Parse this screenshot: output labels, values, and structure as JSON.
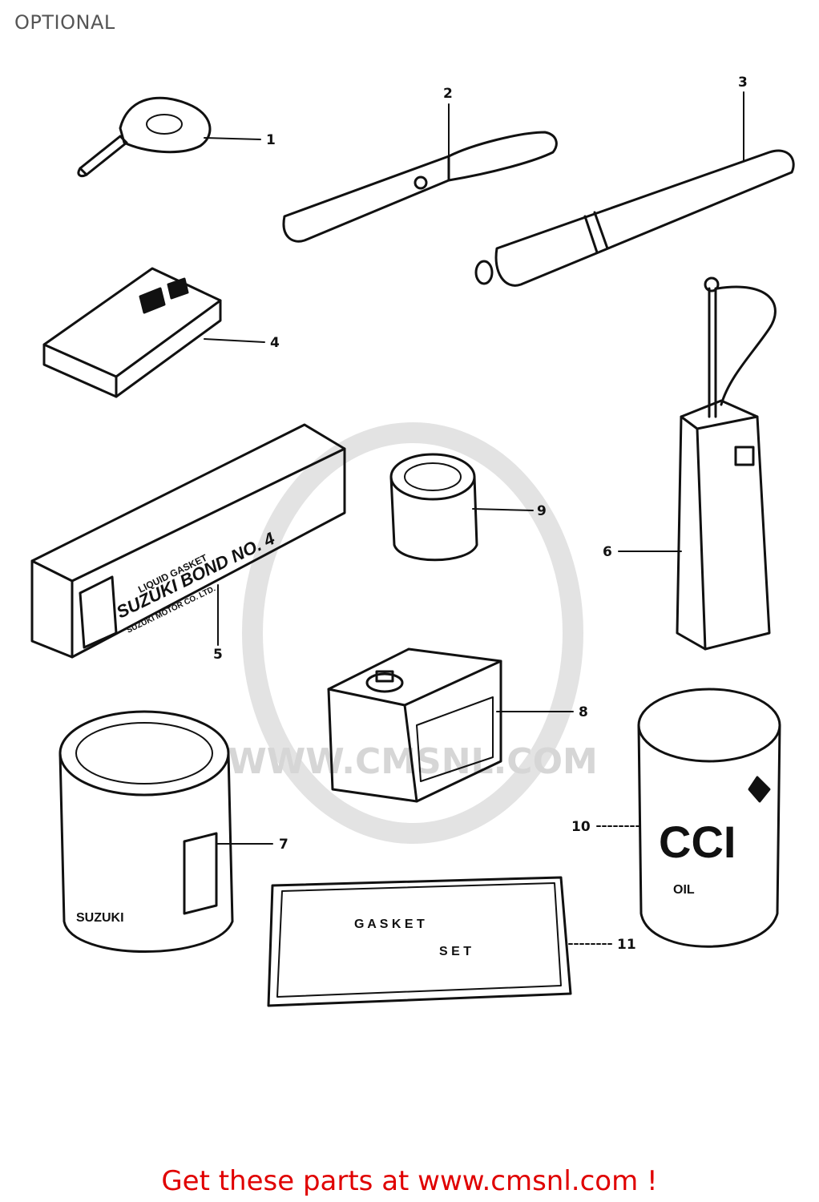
{
  "title": "OPTIONAL",
  "callouts": {
    "c1": "1",
    "c2": "2",
    "c3": "3",
    "c4": "4",
    "c5": "5",
    "c6": "6",
    "c7": "7",
    "c8": "8",
    "c9": "9",
    "c10": "10",
    "c11": "11"
  },
  "labels": {
    "bond_small": "LIQUID GASKET",
    "bond_main": "SUZUKI BOND NO. 4",
    "bond_sub": "SUZUKI MOTOR CO. LTD.",
    "gasket_line1": "G A S K E T",
    "gasket_line2": "S E T",
    "can_brand": "CCI",
    "can_sub": "OIL",
    "paint_label": "SUZUKI",
    "watermark": "WWW.CMSNL.COM"
  },
  "footer": "Get these parts at www.cmsnl.com !",
  "colors": {
    "footer": "#e00000",
    "ink": "#111111",
    "watermark": "#d6d6d6"
  }
}
